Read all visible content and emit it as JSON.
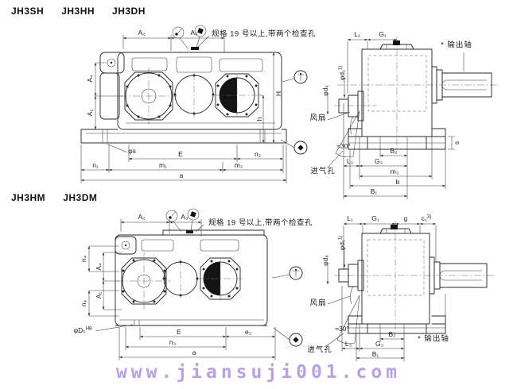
{
  "top": {
    "models": [
      "JH3SH",
      "JH3HH",
      "JH3DH"
    ],
    "note": "规格 19 号以上,带两个检查孔",
    "front": {
      "A2": "A₂",
      "A3": "A₃",
      "A4": "A₄",
      "A1": "A₁",
      "H": "H",
      "h": "h",
      "n1": "n₁",
      "m1": "m₁",
      "E": "E",
      "n2": "n₂",
      "m2": "m₂",
      "a": "a",
      "phis": "φs"
    },
    "side": {
      "L1": "L₁",
      "G1": "G₁",
      "out": "* 输出轴",
      "fan": "风扇",
      "ang": "≈30°",
      "intake": "进气孔",
      "B2": "B₂",
      "L3": "L₃",
      "G3": "G₃",
      "m3": "m₃",
      "b": "b",
      "B1": "B₁",
      "s": "s",
      "d1": "φd₁",
      "d1sup": "1)",
      "d6": "φd₆"
    }
  },
  "bottom": {
    "models": [
      "JH3HM",
      "JH3DM"
    ],
    "note": "规格 19 号以上,带两个检查孔",
    "front": {
      "A2": "A₂",
      "A3": "A₃",
      "n4a": "n₄",
      "A4": "A₄",
      "A1": "A₁",
      "n4b": "n₄",
      "D5": "φD₅",
      "D5sup": "H8",
      "E": "E",
      "e2": "e₂",
      "n3": "n₃",
      "a": "a"
    },
    "side": {
      "L1": "L₁",
      "G1": "G₁",
      "g": "g",
      "c1": "c₁",
      "c1sup": "3)",
      "out": "* 输出轴",
      "fan": "风扇",
      "ang": "≈30°",
      "intake": "进气孔",
      "B2": "B₂",
      "L3": "L₃",
      "G3": "G₃",
      "B1": "B₁",
      "d1": "φd₁",
      "d1sup": "1)",
      "d6": "φd₆"
    }
  },
  "watermark": {
    "text": "www.jiansuji001.com",
    "color": "#b4a2e9"
  }
}
